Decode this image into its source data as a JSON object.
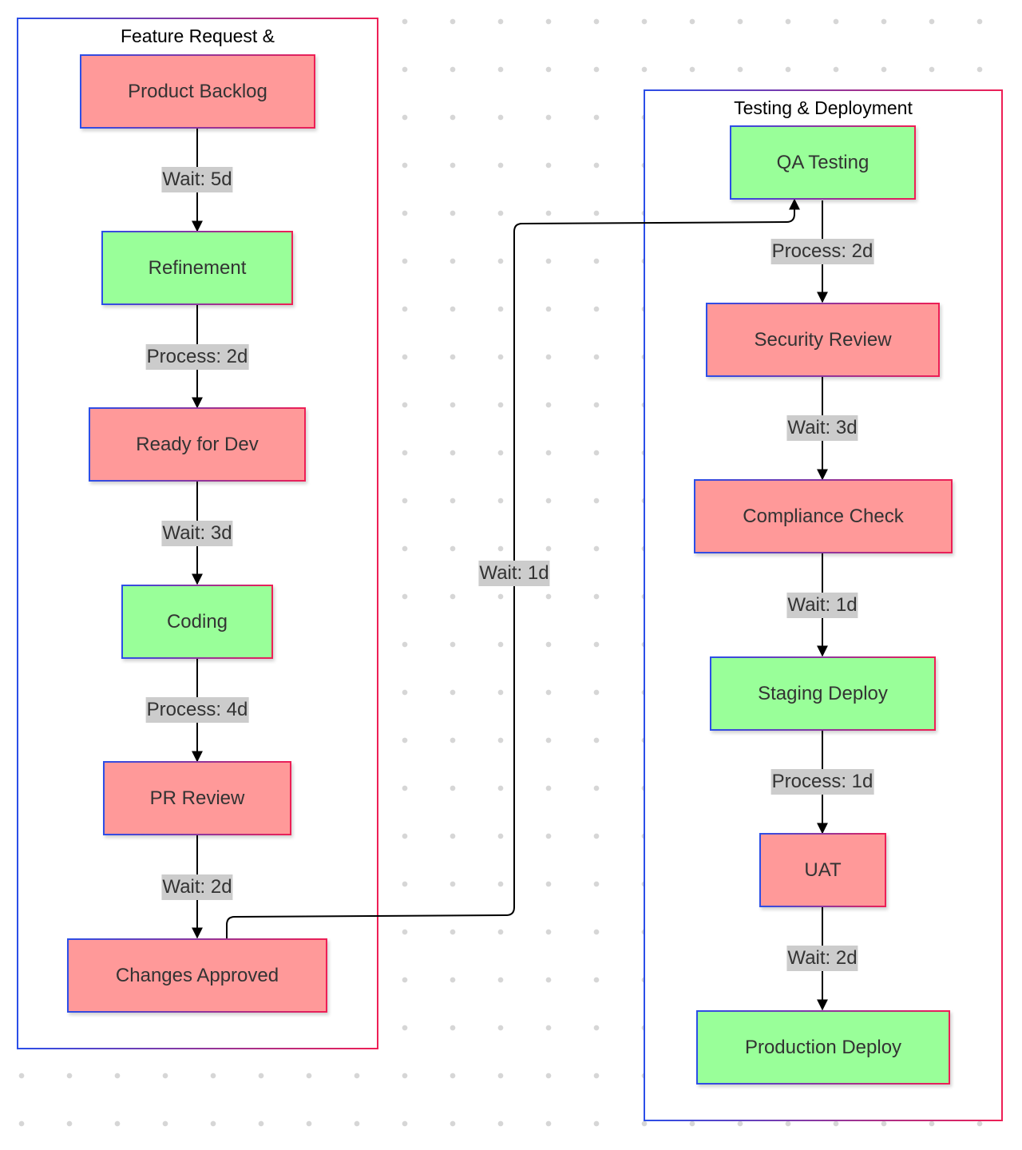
{
  "colors": {
    "wait_fill": "#ff9999",
    "process_fill": "#99ff99",
    "border_start": "#2b4ee8",
    "border_end": "#ee1f55",
    "edge_label_bg": "#cccccc",
    "edge": "#000000"
  },
  "clusters": [
    {
      "id": "feature",
      "title": "Feature Request &"
    },
    {
      "id": "testing",
      "title": "Testing & Deployment"
    }
  ],
  "nodes": [
    {
      "id": "backlog",
      "label": "Product Backlog",
      "kind": "wait"
    },
    {
      "id": "refinement",
      "label": "Refinement",
      "kind": "process"
    },
    {
      "id": "ready",
      "label": "Ready for Dev",
      "kind": "wait"
    },
    {
      "id": "coding",
      "label": "Coding",
      "kind": "process"
    },
    {
      "id": "pr",
      "label": "PR Review",
      "kind": "wait"
    },
    {
      "id": "approved",
      "label": "Changes Approved",
      "kind": "wait"
    },
    {
      "id": "qa",
      "label": "QA Testing",
      "kind": "process"
    },
    {
      "id": "security",
      "label": "Security Review",
      "kind": "wait"
    },
    {
      "id": "compliance",
      "label": "Compliance Check",
      "kind": "wait"
    },
    {
      "id": "staging",
      "label": "Staging Deploy",
      "kind": "process"
    },
    {
      "id": "uat",
      "label": "UAT",
      "kind": "wait"
    },
    {
      "id": "production",
      "label": "Production Deploy",
      "kind": "process"
    }
  ],
  "edges": [
    {
      "from": "backlog",
      "to": "refinement",
      "label": "Wait: 5d"
    },
    {
      "from": "refinement",
      "to": "ready",
      "label": "Process: 2d"
    },
    {
      "from": "ready",
      "to": "coding",
      "label": "Wait: 3d"
    },
    {
      "from": "coding",
      "to": "pr",
      "label": "Process: 4d"
    },
    {
      "from": "pr",
      "to": "approved",
      "label": "Wait: 2d"
    },
    {
      "from": "approved",
      "to": "qa",
      "label": "Wait: 1d"
    },
    {
      "from": "qa",
      "to": "security",
      "label": "Process: 2d"
    },
    {
      "from": "security",
      "to": "compliance",
      "label": "Wait: 3d"
    },
    {
      "from": "compliance",
      "to": "staging",
      "label": "Wait: 1d"
    },
    {
      "from": "staging",
      "to": "uat",
      "label": "Process: 1d"
    },
    {
      "from": "uat",
      "to": "production",
      "label": "Wait: 2d"
    }
  ]
}
